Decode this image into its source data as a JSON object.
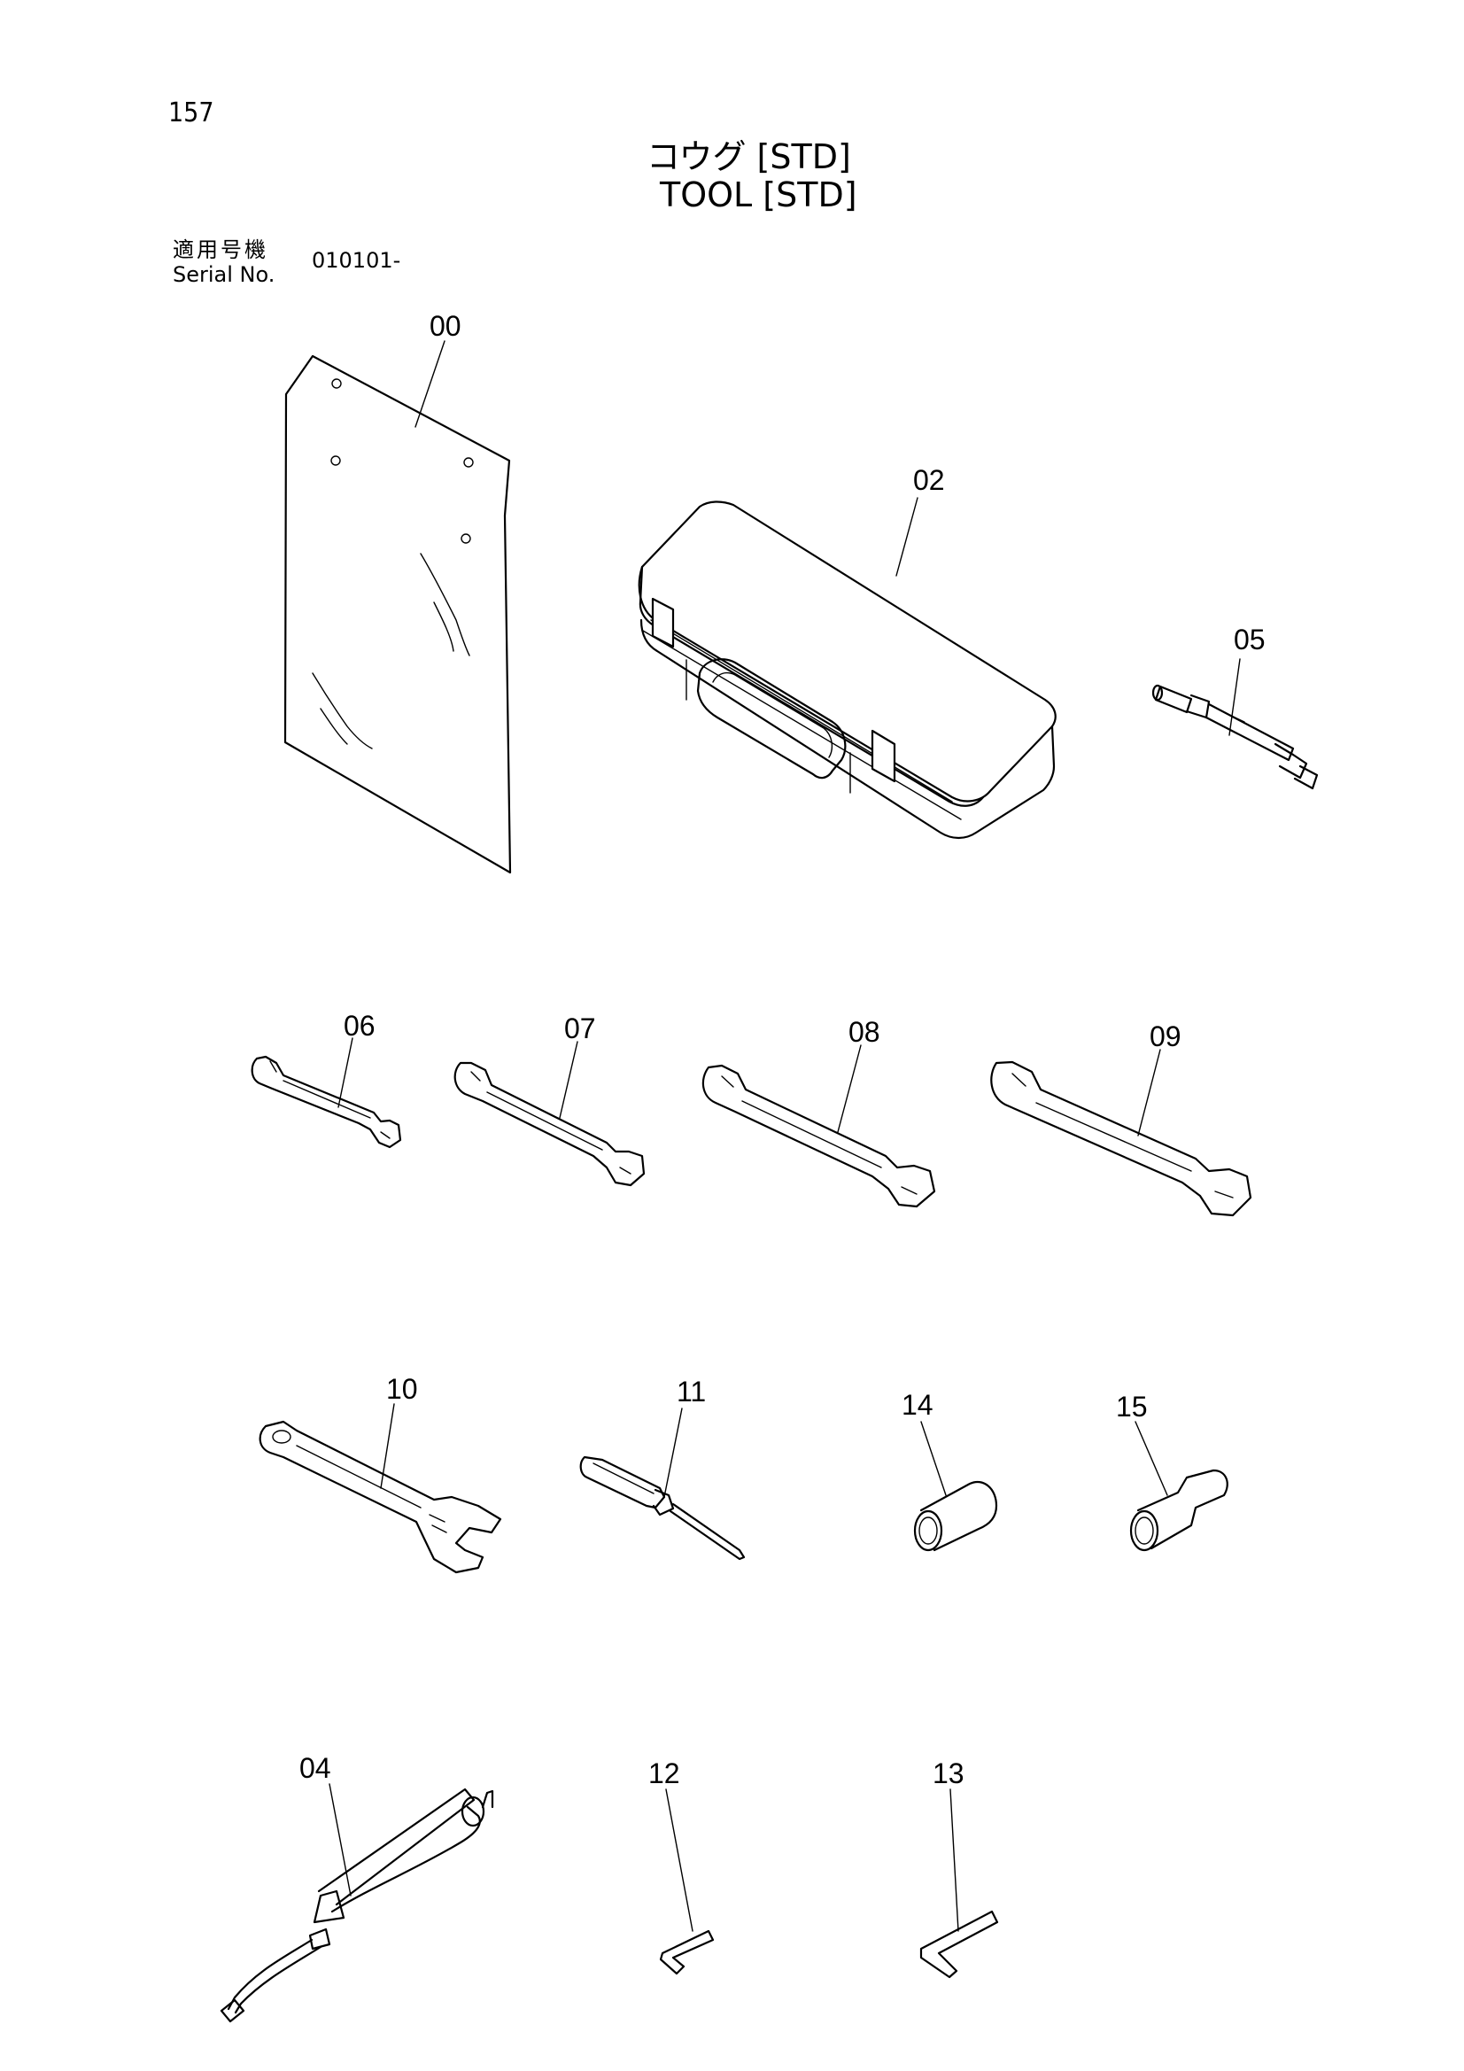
{
  "page_number": "157",
  "title_jp": "コウグ [STD]",
  "title_en": "TOOL [STD]",
  "serial_label_jp": "適用号機",
  "serial_label_en": "Serial No.",
  "serial_value": "010101-",
  "parts": {
    "p00": "00",
    "p02": "02",
    "p05": "05",
    "p06": "06",
    "p07": "07",
    "p08": "08",
    "p09": "09",
    "p10": "10",
    "p11": "11",
    "p14": "14",
    "p15": "15",
    "p04": "04",
    "p12": "12",
    "p13": "13"
  }
}
